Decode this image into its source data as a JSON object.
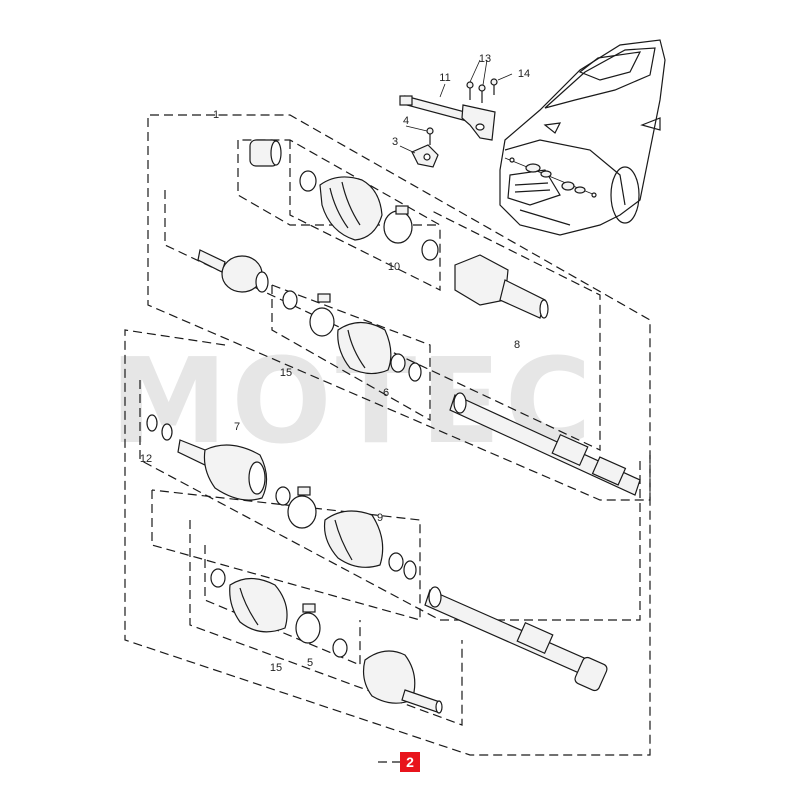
{
  "watermark": {
    "text": "MOTEC"
  },
  "callouts": {
    "c1": "1",
    "c2": "2",
    "c3": "3",
    "c4": "4",
    "c5": "5",
    "c6": "6",
    "c7": "7",
    "c8": "8",
    "c9": "9",
    "c10": "10",
    "c11": "11",
    "c12": "12",
    "c13": "13",
    "c14": "14",
    "c15a": "15",
    "c15b": "15"
  },
  "highlight": {
    "label": "2",
    "color": "#e8141c"
  }
}
